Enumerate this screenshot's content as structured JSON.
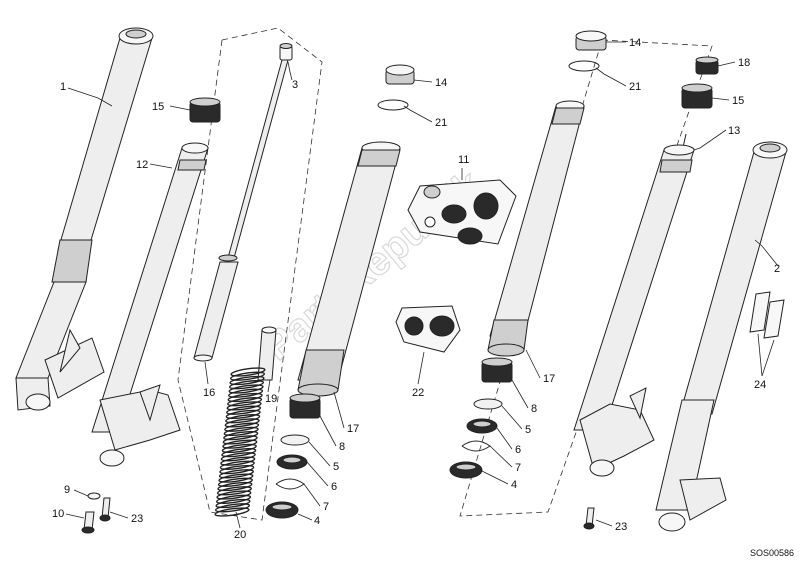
{
  "diagram": {
    "reference_code": "SOS00586",
    "watermark": "PartsRepublik",
    "callouts": [
      {
        "id": "c1",
        "text": "1"
      },
      {
        "id": "c2",
        "text": "2"
      },
      {
        "id": "c3",
        "text": "3"
      },
      {
        "id": "c4a",
        "text": "4"
      },
      {
        "id": "c4b",
        "text": "4"
      },
      {
        "id": "c5a",
        "text": "5"
      },
      {
        "id": "c5b",
        "text": "5"
      },
      {
        "id": "c6a",
        "text": "6"
      },
      {
        "id": "c6b",
        "text": "6"
      },
      {
        "id": "c7a",
        "text": "7"
      },
      {
        "id": "c7b",
        "text": "7"
      },
      {
        "id": "c8a",
        "text": "8"
      },
      {
        "id": "c8b",
        "text": "8"
      },
      {
        "id": "c9",
        "text": "9"
      },
      {
        "id": "c10",
        "text": "10"
      },
      {
        "id": "c11",
        "text": "11"
      },
      {
        "id": "c12",
        "text": "12"
      },
      {
        "id": "c13",
        "text": "13"
      },
      {
        "id": "c14a",
        "text": "14"
      },
      {
        "id": "c14b",
        "text": "14"
      },
      {
        "id": "c15a",
        "text": "15"
      },
      {
        "id": "c15b",
        "text": "15"
      },
      {
        "id": "c16",
        "text": "16"
      },
      {
        "id": "c17a",
        "text": "17"
      },
      {
        "id": "c17b",
        "text": "17"
      },
      {
        "id": "c18",
        "text": "18"
      },
      {
        "id": "c19",
        "text": "19"
      },
      {
        "id": "c20",
        "text": "20"
      },
      {
        "id": "c21a",
        "text": "21"
      },
      {
        "id": "c21b",
        "text": "21"
      },
      {
        "id": "c22",
        "text": "22"
      },
      {
        "id": "c23a",
        "text": "23"
      },
      {
        "id": "c23b",
        "text": "23"
      },
      {
        "id": "c24",
        "text": "24"
      }
    ]
  }
}
